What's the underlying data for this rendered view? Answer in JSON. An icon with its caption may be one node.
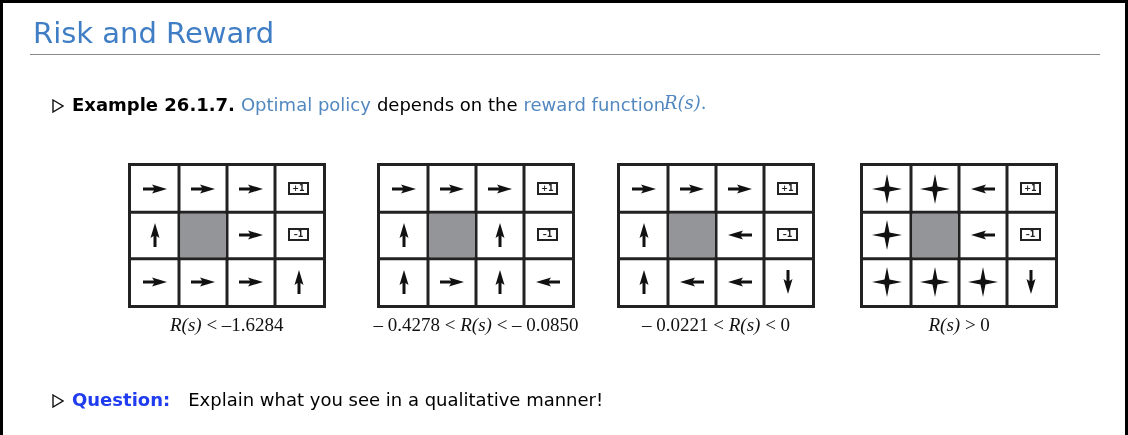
{
  "diagram": {
    "title": "Risk and Reward",
    "nodes": [
      {
        "text": [],
        "shape": "box",
        "beside": [
          "*R(s)* < –1.6284"
        ]
      },
      {
        "text": [
          "+1"
        ],
        "in": 0
      },
      {
        "text": [
          "–1"
        ],
        "in": 0
      },
      {
        "text": [],
        "shape": "box",
        "beside": [
          "– 0.4278 < *R(s)* < – 0.0850"
        ]
      },
      {
        "text": [
          "+1"
        ],
        "in": 3
      },
      {
        "text": [
          "–1"
        ],
        "in": 3
      },
      {
        "text": [],
        "shape": "box",
        "beside": [
          "– 0.0221 < *R(s)* < 0"
        ]
      },
      {
        "text": [
          "+1"
        ],
        "in": 6
      },
      {
        "text": [
          "–1"
        ],
        "in": 6
      },
      {
        "text": [],
        "shape": "box",
        "beside": [
          "*R(s)* > 0"
        ]
      },
      {
        "text": [
          "+1"
        ],
        "in": 9
      },
      {
        "text": [
          "–1"
        ],
        "in": 9
      }
    ],
    "edges": [],
    "labels": [
      "Example 26.1.7.",
      "Optimal policy",
      "depends on the",
      "reward function",
      "*R(s)*.",
      "Question:",
      "Explain what you see in a qualitative manner!"
    ]
  }
}
